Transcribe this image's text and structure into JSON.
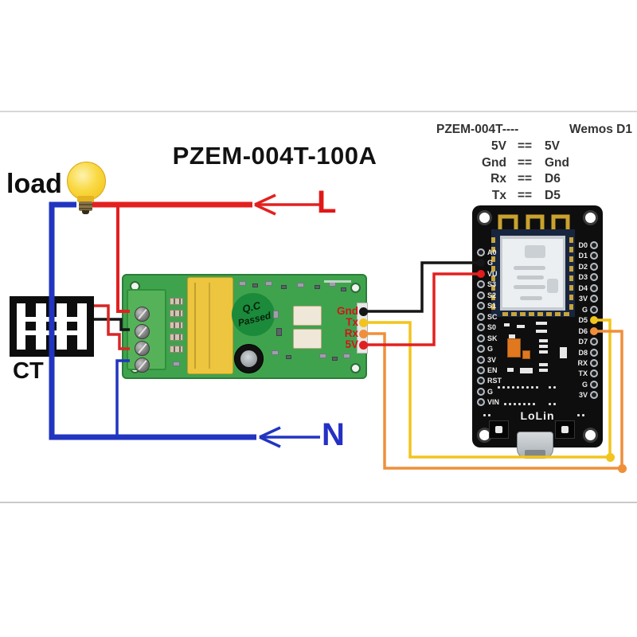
{
  "title": "PZEM-004T-100A",
  "pinmap": {
    "header_left": "PZEM-004T----",
    "header_right": "Wemos D1",
    "rows": [
      {
        "left": "5V",
        "eq": "==",
        "right": "5V"
      },
      {
        "left": "Gnd",
        "eq": "==",
        "right": "Gnd"
      },
      {
        "left": "Rx",
        "eq": "==",
        "right": "D6"
      },
      {
        "left": "Tx",
        "eq": "==",
        "right": "D5"
      }
    ]
  },
  "labels": {
    "load": "load",
    "ct": "CT",
    "line": "L",
    "neutral": "N"
  },
  "pzem": {
    "qc_line1": "Q.C",
    "qc_line2": "Passed",
    "pin_label_color": "#cf1616",
    "pins": [
      {
        "label": "Gnd",
        "color": "#161616"
      },
      {
        "label": "Tx",
        "color": "#f2c41d"
      },
      {
        "label": "Rx",
        "color": "#ef8f3a"
      },
      {
        "label": "5V",
        "color": "#e32020"
      }
    ]
  },
  "nodemcu": {
    "brand": "LoLin",
    "left_pins": [
      "A0",
      "G",
      "VU",
      "S3",
      "S2",
      "S1",
      "SC",
      "S0",
      "SK",
      "G",
      "3V",
      "EN",
      "RST",
      "G",
      "VIN"
    ],
    "right_pins": [
      "D0",
      "D1",
      "D2",
      "D3",
      "D4",
      "3V",
      "G",
      "D5",
      "D6",
      "D7",
      "D8",
      "RX",
      "TX",
      "G",
      "3V"
    ],
    "markers": [
      {
        "side": "left",
        "index": 1,
        "color": "#161616"
      },
      {
        "side": "left",
        "index": 2,
        "color": "#e31b1b"
      },
      {
        "side": "right",
        "index": 7,
        "color": "#f2c41d"
      },
      {
        "side": "right",
        "index": 8,
        "color": "#ef8f3a"
      }
    ]
  },
  "wires": {
    "live": "#e32020",
    "neutral": "#2135c0",
    "gnd": "#161616",
    "tx": "#f2c41d",
    "rx": "#ef8f3a",
    "vcc": "#e32020"
  }
}
